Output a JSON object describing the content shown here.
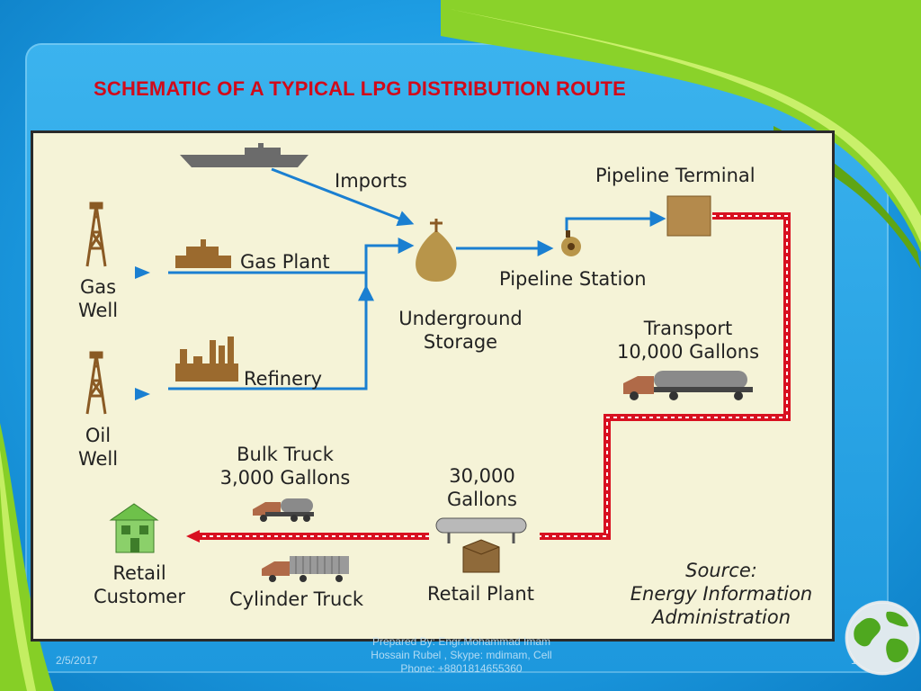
{
  "slide": {
    "title": "SCHEMATIC OF A TYPICAL LPG DISTRIBUTION ROUTE",
    "date": "2/5/2017",
    "prepared_by": [
      "Prepared By: Engr.Mohammad Imam",
      "Hossain Rubel , Skype: mdimam, Cell",
      "Phone: +8801814655360"
    ],
    "page_number": "13"
  },
  "diagram": {
    "nodes": {
      "imports": "Imports",
      "pipeline_terminal": "Pipeline Terminal",
      "gas_well": [
        "Gas",
        "Well"
      ],
      "gas_plant": "Gas Plant",
      "pipeline_station": "Pipeline Station",
      "underground_storage": [
        "Underground",
        "Storage"
      ],
      "transport": [
        "Transport",
        "10,000 Gallons"
      ],
      "oil_well": [
        "Oil",
        "Well"
      ],
      "refinery": "Refinery",
      "bulk_truck": [
        "Bulk Truck",
        "3,000 Gallons"
      ],
      "storage_tank": [
        "30,000",
        "Gallons"
      ],
      "retail_customer": [
        "Retail",
        "Customer"
      ],
      "cylinder_truck": "Cylinder Truck",
      "retail_plant": "Retail Plant"
    },
    "source": [
      "Source:",
      "Energy Information",
      "Administration"
    ]
  },
  "colors": {
    "title": "#d10a1a",
    "pipeline_arrow": "#1a7fd1",
    "transport_route": "#d81020",
    "icon_brown": "#9b6a2e",
    "diagram_bg": "#f5f3d7",
    "swoosh_green": "#7cc61f"
  },
  "icons": [
    "ship-icon",
    "derrick-icon",
    "gas-plant-icon",
    "refinery-icon",
    "storage-bulb-icon",
    "pump-station-icon",
    "terminal-box-icon",
    "tanker-truck-icon",
    "bulk-truck-icon",
    "cylinder-truck-icon",
    "house-icon",
    "storage-tank-icon",
    "retail-plant-box-icon",
    "globe-icon"
  ]
}
